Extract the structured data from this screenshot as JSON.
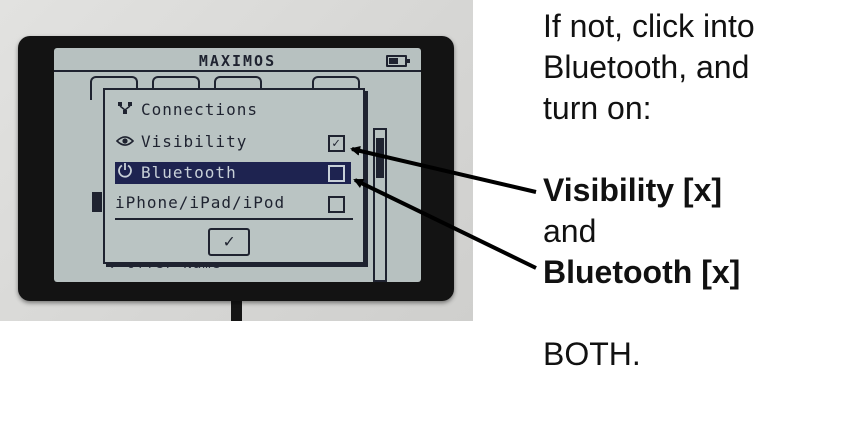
{
  "device": {
    "title": "MAXIMOS",
    "bottom_text": "↓ Offer Name",
    "dialog": {
      "header": {
        "icon": "network-icon",
        "label": "Connections"
      },
      "items": [
        {
          "icon": "eye-icon",
          "label": "Visibility",
          "checked": "✓"
        },
        {
          "icon": "power-icon",
          "label": "Bluetooth",
          "checked": ""
        },
        {
          "icon": "",
          "label": "iPhone/iPad/iPod",
          "checked": ""
        }
      ],
      "ok_label": "✓"
    }
  },
  "instructions": {
    "line1": "If not, click into",
    "line2": "Bluetooth, and",
    "line3": "turn on:",
    "visibility": "Visibility [x]",
    "and": "and",
    "bluetooth": "Bluetooth [x]",
    "both": "BOTH."
  },
  "colors": {
    "lcd_background": "#b7c1c0",
    "lcd_ink": "#1f2330",
    "selection": "#1e2350",
    "bezel": "#131313"
  }
}
